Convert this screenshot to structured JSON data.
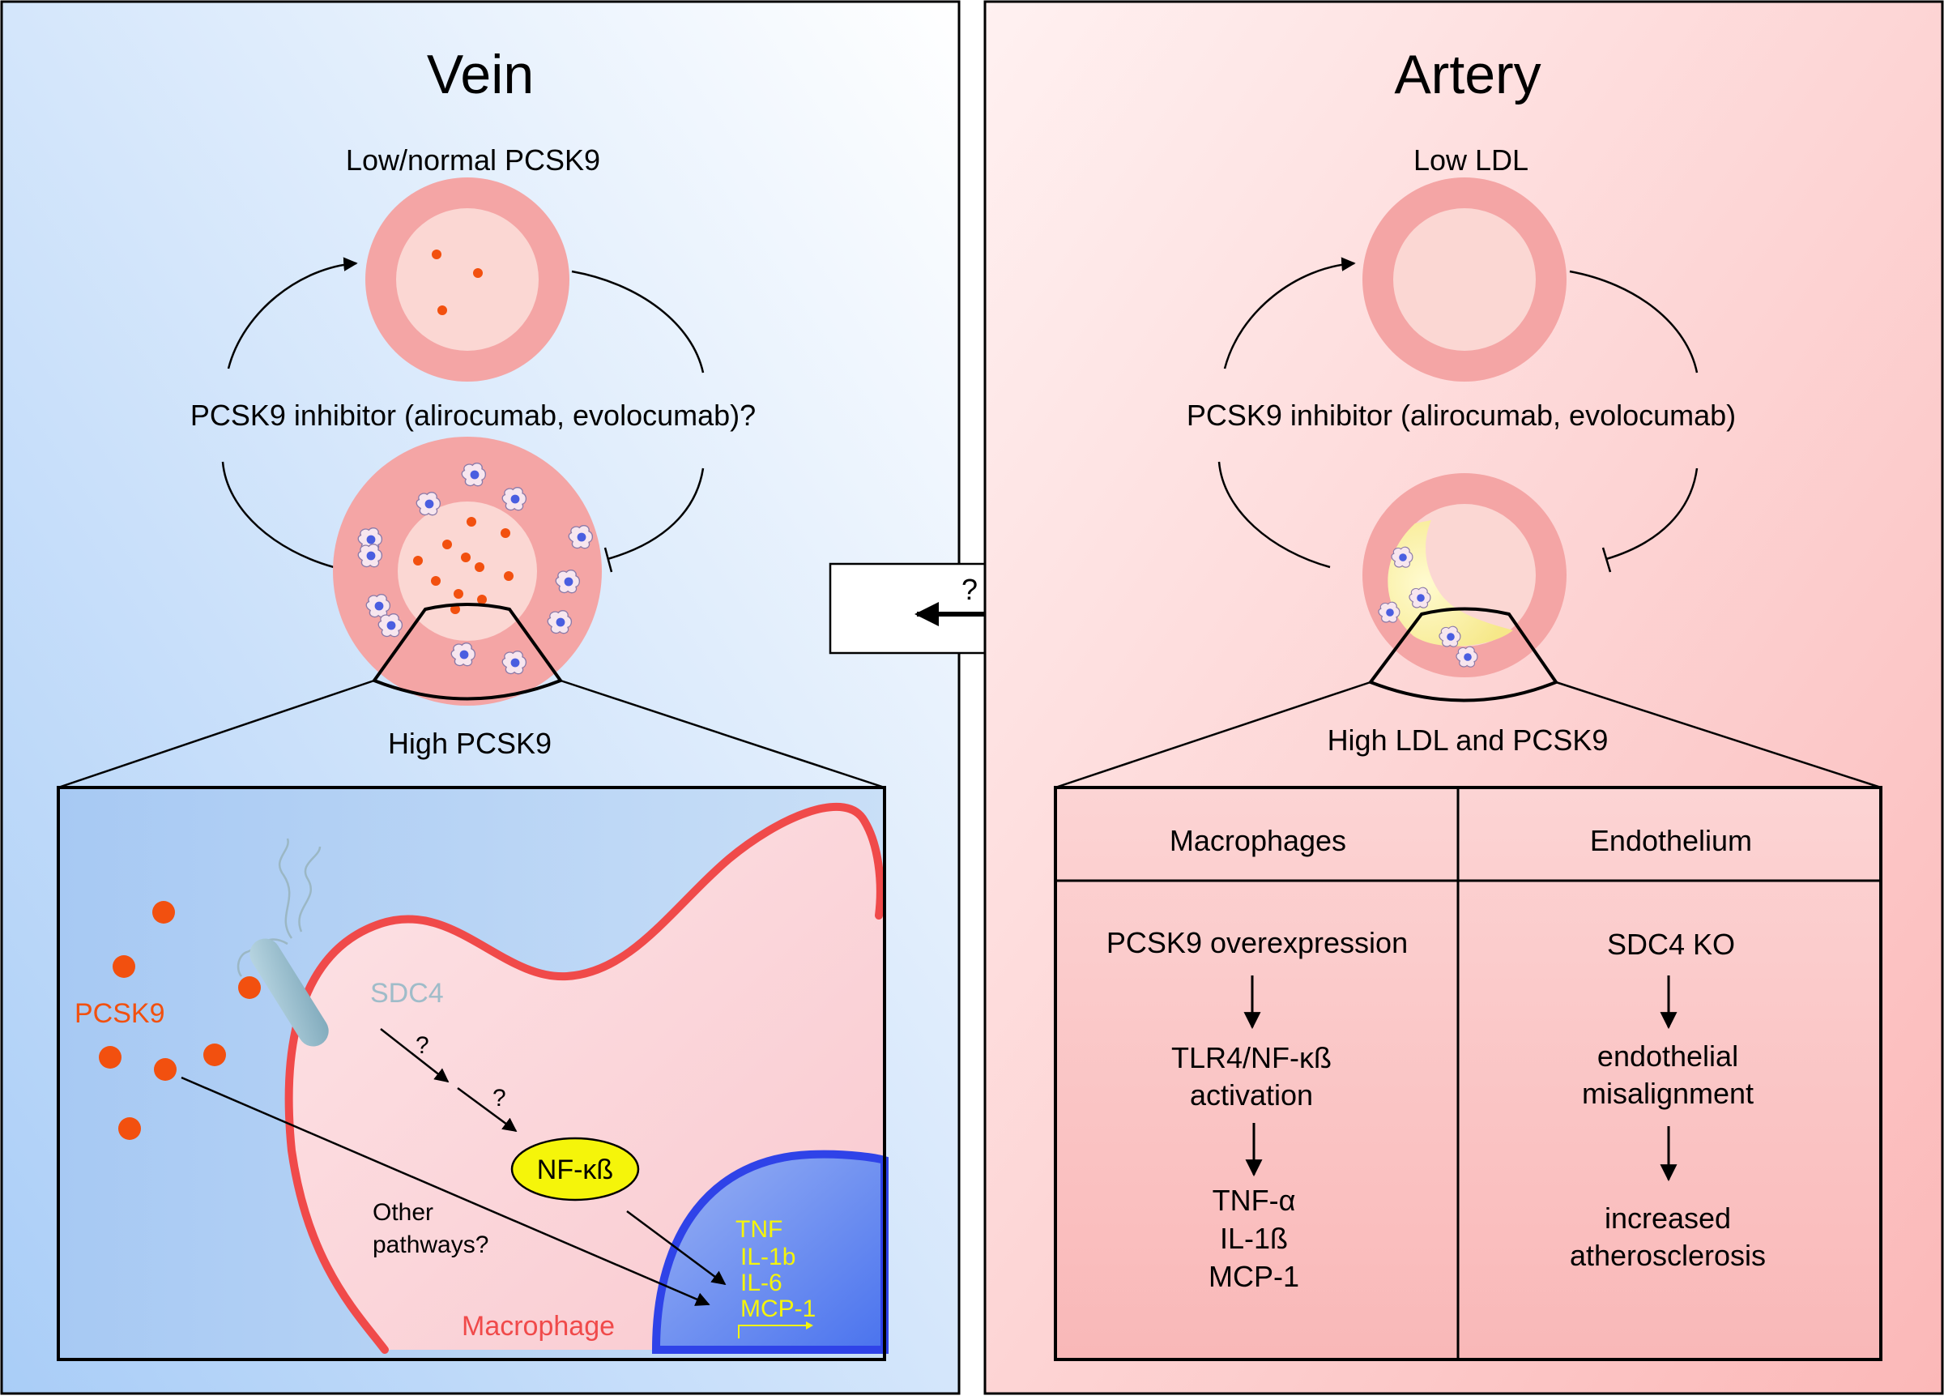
{
  "vein": {
    "title": "Vein",
    "top_label": "Low/normal PCSK9",
    "inhibitor_label": "PCSK9 inhibitor (alirocumab, evolocumab)?",
    "bottom_label": "High PCSK9",
    "detail": {
      "pcsk9_label": "PCSK9",
      "sdc4_label": "SDC4",
      "q1": "?",
      "q2": "?",
      "nfkb_label": "NF-κß",
      "other_pathways_line1": "Other",
      "other_pathways_line2": "pathways?",
      "macrophage_label": "Macrophage",
      "genes": [
        "TNF",
        "IL-1b",
        "IL-6",
        "MCP-1"
      ]
    }
  },
  "center": {
    "question": "?"
  },
  "artery": {
    "title": "Artery",
    "top_label": "Low LDL",
    "inhibitor_label": "PCSK9 inhibitor (alirocumab, evolocumab)",
    "bottom_label": "High LDL and PCSK9",
    "table": {
      "headers": [
        "Macrophages",
        "Endothelium"
      ],
      "macrophages": {
        "step1": "PCSK9 overexpression",
        "step2_line1": "TLR4/NF-κß",
        "step2_line2": "activation",
        "step3": [
          "TNF-α",
          "IL-1ß",
          "MCP-1"
        ]
      },
      "endothelium": {
        "step1": "SDC4 KO",
        "step2_line1": "endothelial",
        "step2_line2": "misalignment",
        "step3_line1": "increased",
        "step3_line2": "atherosclerosis"
      }
    }
  },
  "colors": {
    "vessel_wall": "#f4a5a5",
    "lumen": "#fbd7d3",
    "pcsk9_dot": "#f2500f",
    "macrophage_membrane": "#f04a4a",
    "nucleus": "#2f43e8",
    "nfkb": "#f5f50a",
    "gene_text": "#f5f50a",
    "sdc4": "#8fb9c8",
    "plaque": "#f8f08a"
  }
}
